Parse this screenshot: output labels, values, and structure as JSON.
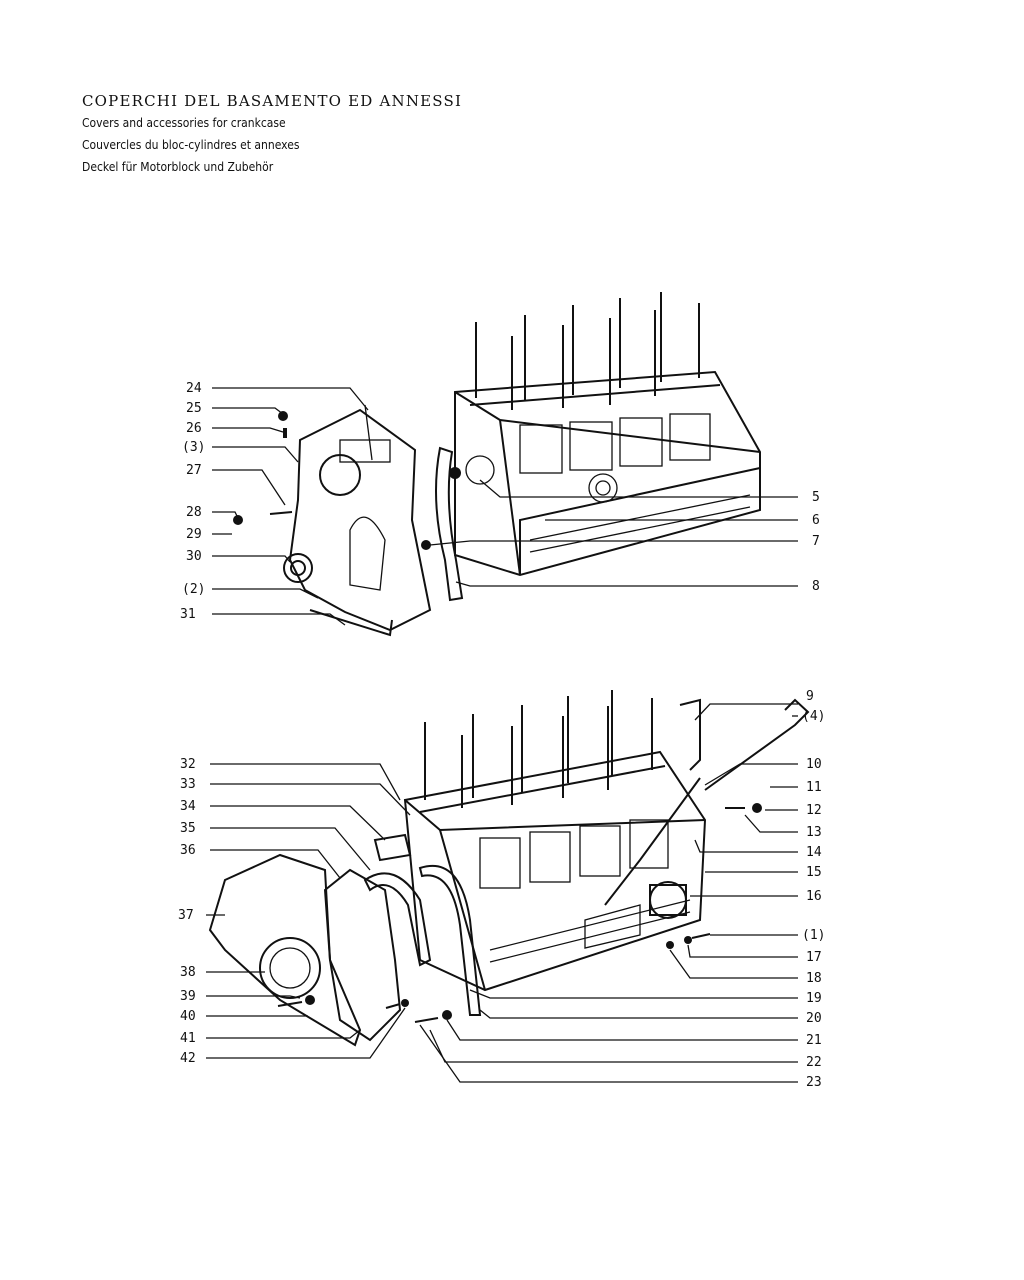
{
  "header": {
    "title": "COPERCHI DEL BASAMENTO ED ANNESSI",
    "subtitle_en": "Covers and accessories for crankcase",
    "subtitle_fr": "Couvercles du bloc-cylindres et annexes",
    "subtitle_de": "Deckel für Motorblock und Zubehör"
  },
  "callouts": [
    "24",
    "25",
    "26",
    "(3)",
    "27",
    "28",
    "29",
    "30",
    "(2)",
    "31",
    "5",
    "6",
    "7",
    "8",
    "32",
    "33",
    "34",
    "35",
    "36",
    "37",
    "38",
    "39",
    "40",
    "41",
    "42",
    "9",
    "(4)",
    "10",
    "11",
    "12",
    "13",
    "14",
    "15",
    "16",
    "(1)",
    "17",
    "18",
    "19",
    "20",
    "21",
    "22",
    "23"
  ],
  "colors": {
    "ink": "#111111",
    "paper": "#ffffff"
  }
}
